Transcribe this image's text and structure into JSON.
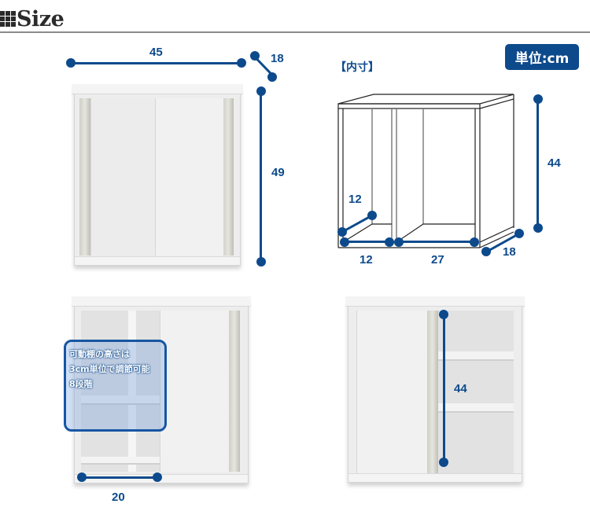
{
  "header": {
    "title": "Size",
    "icon": "grid-icon"
  },
  "unit_badge": "単位:cm",
  "inner_label": "【内寸】",
  "colors": {
    "accent": "#0d4a8c",
    "header_rule": "#8a8a8a",
    "text_dark": "#2b2b2b"
  },
  "external_dimensions": {
    "width": "45",
    "depth": "18",
    "height": "49"
  },
  "internal_dimensions": {
    "height": "44",
    "left_depth": "12",
    "left_width": "12",
    "right_width": "27",
    "depth": "18"
  },
  "photo_left": {
    "callout_lines": [
      "可動棚の高さは",
      "3cm単位で調節可能",
      "8段階"
    ],
    "width_dim": "20"
  },
  "photo_right": {
    "height_dim": "44"
  }
}
